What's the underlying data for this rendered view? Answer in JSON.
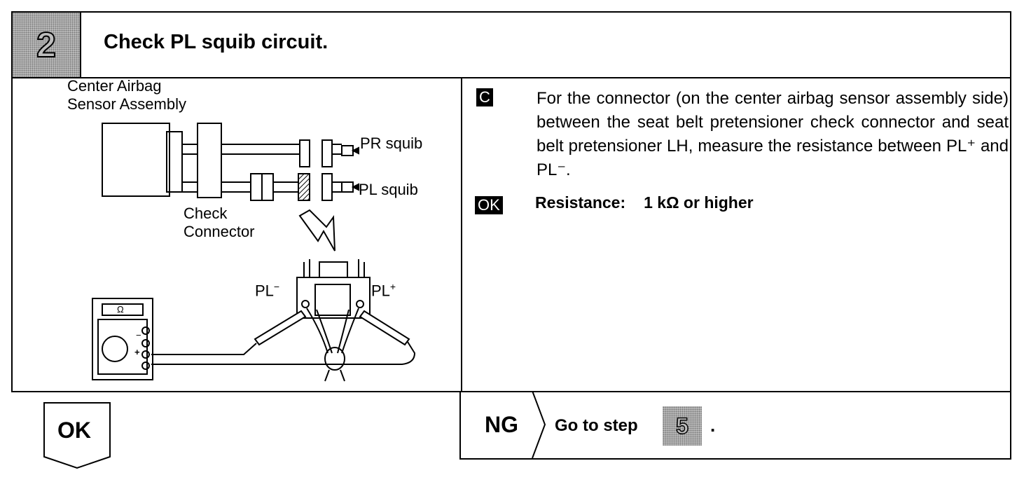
{
  "header": {
    "step_number": "2",
    "title": "Check PL squib circuit."
  },
  "diagram": {
    "sensor_label_1": "Center Airbag",
    "sensor_label_2": "Sensor Assembly",
    "pr_squib": "PR squib",
    "pl_squib": "PL squib",
    "check_label_1": "Check",
    "check_label_2": "Connector",
    "pl_minus": "PL",
    "pl_plus": "PL",
    "minus_sup": "−",
    "plus_sup": "+",
    "ohm_symbol": "Ω",
    "meter_minus": "−",
    "meter_plus": "+"
  },
  "instruction": {
    "tag": "C",
    "text": "For the connector (on the center airbag sensor assembly side) between the seat belt pretensioner check connector and seat belt pretensioner LH, measure the resistance between PL⁺ and PL⁻."
  },
  "spec": {
    "tag": "OK",
    "label": "Resistance:",
    "value": "1 kΩ or higher"
  },
  "ok_result": {
    "label": "OK"
  },
  "ng_result": {
    "label": "NG",
    "goto": "Go to step",
    "step": "5",
    "period": "."
  }
}
